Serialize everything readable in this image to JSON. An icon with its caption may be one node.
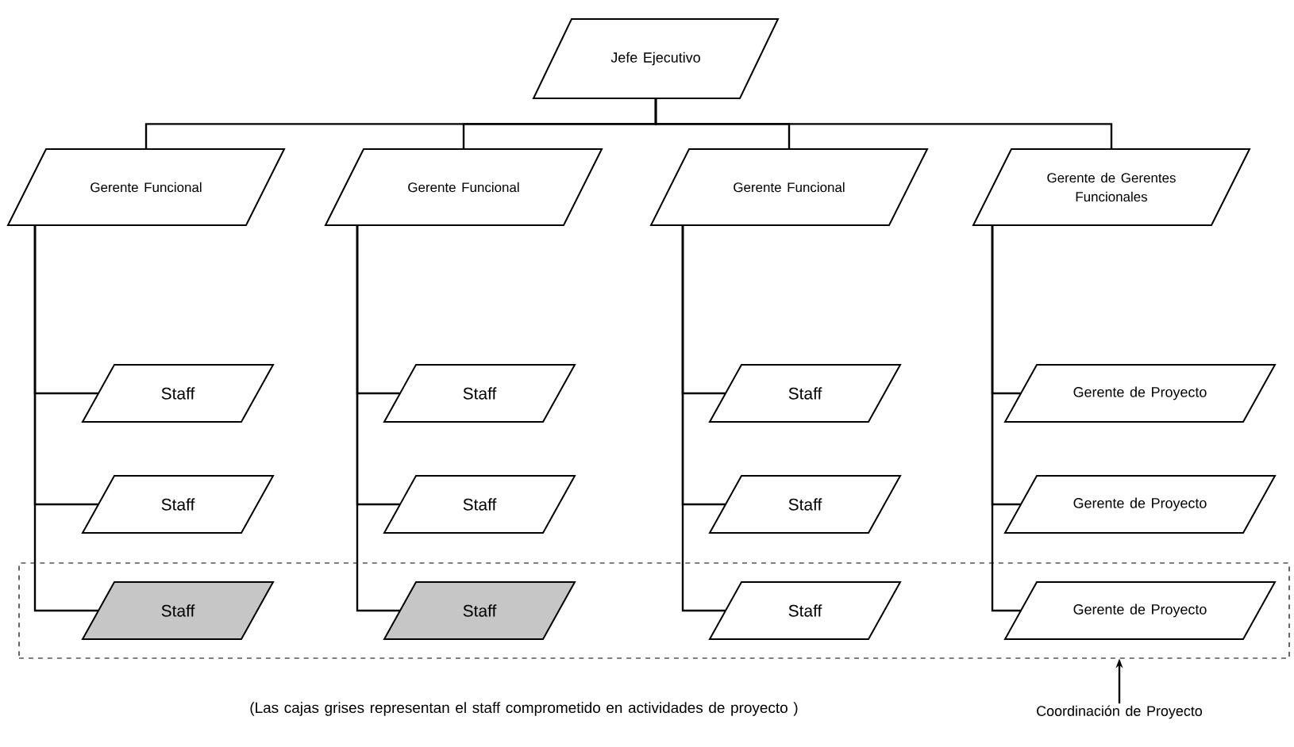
{
  "diagram": {
    "caption": "(Las cajas grises representan el staff comprometido en actividades de proyecto )",
    "nodes": [
      {
        "text": [
          "Jefe Ejecutivo"
        ]
      },
      {
        "text": [
          "Gerente Funcional"
        ]
      },
      {
        "text": [
          "Gerente Funcional"
        ]
      },
      {
        "text": [
          "Gerente Funcional"
        ]
      },
      {
        "text": [
          "Gerente de Gerentes Funcionales"
        ]
      },
      {
        "text": [],
        "shape": "box"
      },
      {
        "text": [
          "Staff"
        ]
      },
      {
        "text": [
          "Staff"
        ]
      },
      {
        "text": [
          "Staff"
        ]
      },
      {
        "text": [
          "Gerente de Proyecto"
        ]
      },
      {
        "text": [
          "Staff"
        ]
      },
      {
        "text": [
          "Staff"
        ]
      },
      {
        "text": [
          "Staff"
        ]
      },
      {
        "text": [
          "Gerente de Proyecto"
        ]
      },
      {
        "text": [
          "Staff"
        ],
        "in": 5
      },
      {
        "text": [
          "Staff"
        ],
        "in": 5
      },
      {
        "text": [
          "Staff"
        ],
        "in": 5
      },
      {
        "text": [
          "Gerente de Proyecto"
        ],
        "in": 5
      },
      {
        "text": [
          "Coordinación de Proyecto"
        ]
      }
    ],
    "edges": [
      {
        "from": 0,
        "to": 1,
        "arrow": "none"
      },
      {
        "from": 0,
        "to": 2,
        "arrow": "none"
      },
      {
        "from": 0,
        "to": 3,
        "arrow": "none"
      },
      {
        "from": 0,
        "to": 4,
        "arrow": "none"
      },
      {
        "from": 1,
        "to": 6,
        "arrow": "none"
      },
      {
        "from": 1,
        "to": 10,
        "arrow": "none"
      },
      {
        "from": 1,
        "to": 14,
        "arrow": "none"
      },
      {
        "from": 2,
        "to": 7,
        "arrow": "none"
      },
      {
        "from": 2,
        "to": 11,
        "arrow": "none"
      },
      {
        "from": 2,
        "to": 15,
        "arrow": "none"
      },
      {
        "from": 3,
        "to": 8,
        "arrow": "none"
      },
      {
        "from": 3,
        "to": 12,
        "arrow": "none"
      },
      {
        "from": 3,
        "to": 16,
        "arrow": "none"
      },
      {
        "from": 4,
        "to": 9,
        "arrow": "none"
      },
      {
        "from": 4,
        "to": 13,
        "arrow": "none"
      },
      {
        "from": 4,
        "to": 17,
        "arrow": "none"
      },
      {
        "from": 18,
        "to": 5,
        "arrow": "to"
      }
    ]
  }
}
